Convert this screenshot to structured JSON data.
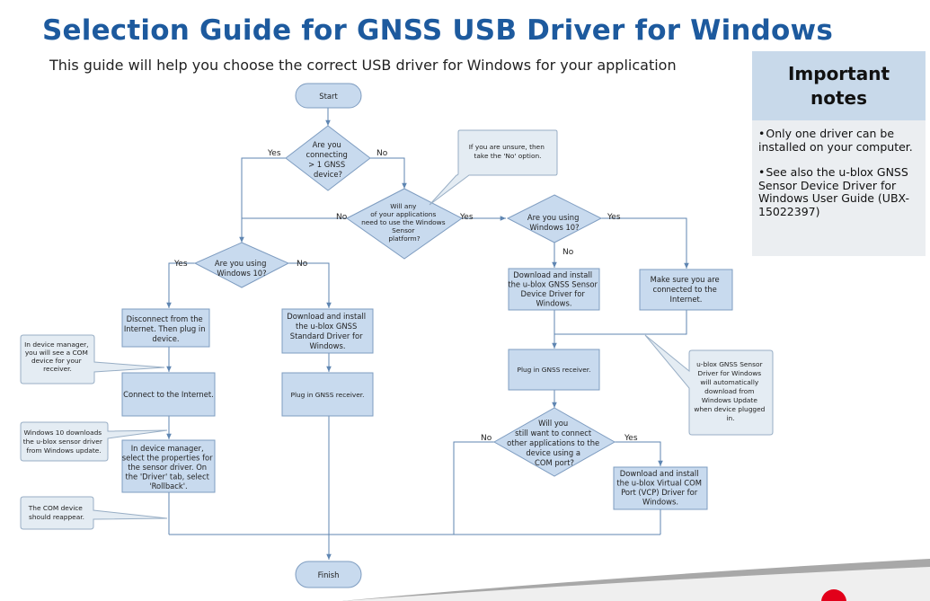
{
  "title": "Selection Guide for GNSS USB Driver for Windows",
  "subtitle": "This guide will help you choose the correct USB driver for Windows for your application",
  "notes": {
    "heading": [
      "Important",
      "notes"
    ],
    "items": [
      "Only one driver can be installed on your computer.",
      "See also the u-blox GNSS Sensor Device Driver for Windows User Guide (UBX-15022397)"
    ]
  },
  "colors": {
    "title": "#1d5a9e",
    "node_fill": "#c8daee",
    "node_stroke": "#7e9cc0",
    "line": "#5f86b2",
    "callout_fill": "#e4ecf3"
  },
  "flow": {
    "start": "Start",
    "finish": "Finish",
    "d_connecting": [
      "Are you",
      "connecting",
      "> 1 GNSS",
      "device?"
    ],
    "d_sensor": [
      "Will any",
      "of your applications",
      "need to use the Windows",
      "Sensor",
      "platform?"
    ],
    "d_win10_left": [
      "Are you using",
      "Windows 10?"
    ],
    "d_win10_right": [
      "Are you using",
      "Windows 10?"
    ],
    "d_vcp": [
      "Will you",
      "still want to connect",
      "other applications to the",
      "device using a",
      "COM port?"
    ],
    "b_disconnect": [
      "Disconnect from the",
      "Internet. Then plug in",
      "device."
    ],
    "b_connect": [
      "Connect to the Internet."
    ],
    "b_devmgr": [
      "In device manager,",
      "select the properties for",
      "the sensor driver. On",
      "the 'Driver' tab, select",
      "'Rollback'."
    ],
    "b_std_driver": [
      "Download and install",
      "the u-blox GNSS",
      "Standard Driver for",
      "Windows."
    ],
    "b_plug_left": [
      "Plug in GNSS receiver."
    ],
    "b_sensor_driver": [
      "Download and install",
      "the u-blox GNSS Sensor",
      "Device Driver for",
      "Windows."
    ],
    "b_internet": [
      "Make sure you are",
      "connected to the",
      "Internet."
    ],
    "b_plug_right": [
      "Plug in GNSS receiver."
    ],
    "b_vcp_driver": [
      "Download and install",
      "the u-blox Virtual COM",
      "Port (VCP) Driver for",
      "Windows."
    ],
    "c_unsure": [
      "If you are unsure, then",
      "take the 'No' option."
    ],
    "c_com": [
      "In device manager,",
      "you will see a COM",
      "device for your",
      "receiver."
    ],
    "c_win10dl": [
      "Windows 10 downloads",
      "the u-blox sensor driver",
      "from Windows update."
    ],
    "c_reappear": [
      "The COM device",
      "should reappear."
    ],
    "c_auto": [
      "u-blox GNSS Sensor",
      "Driver for Windows",
      "will automatically",
      "download from",
      "Windows Update",
      "when device plugged",
      "in."
    ],
    "yes": "Yes",
    "no": "No"
  }
}
